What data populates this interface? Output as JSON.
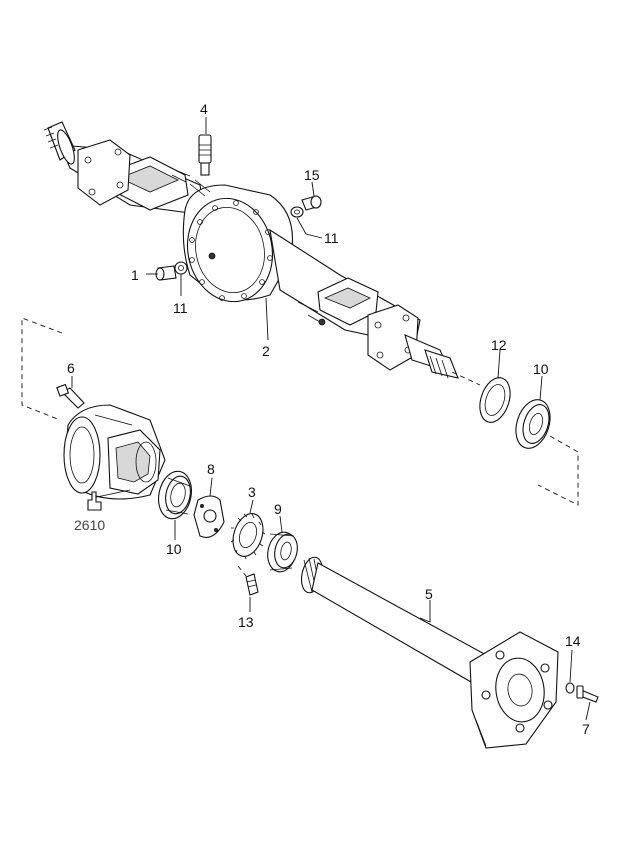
{
  "diagram": {
    "callouts": {
      "c1": "1",
      "c2": "2",
      "c3": "3",
      "c4": "4",
      "c5": "5",
      "c6": "6",
      "c7": "7",
      "c8": "8",
      "c9": "9",
      "c10a": "10",
      "c10b": "10",
      "c11a": "11",
      "c11b": "11",
      "c12": "12",
      "c13": "13",
      "c14": "14",
      "c15": "15",
      "c2610": "2610"
    }
  }
}
